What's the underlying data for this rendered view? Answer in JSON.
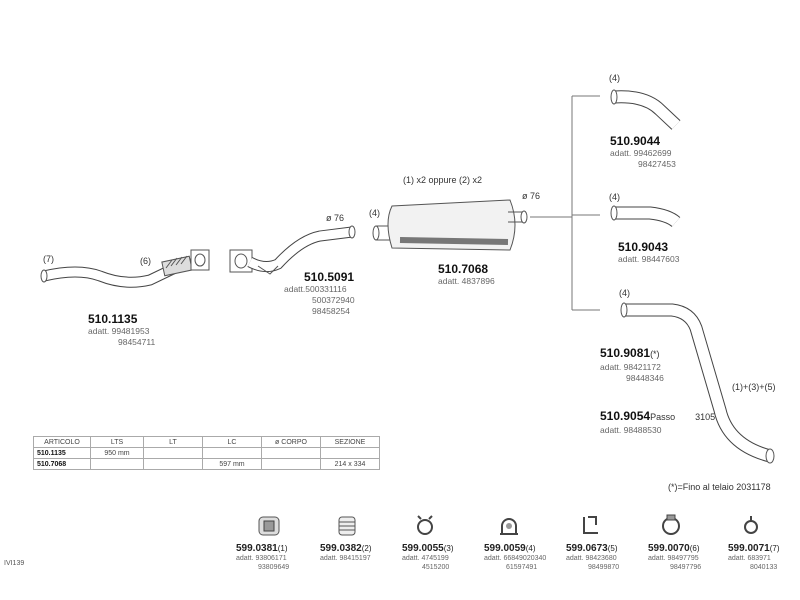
{
  "parts": {
    "p5101135": {
      "code": "510.1135",
      "adatt": "adatt. 99481953",
      "extra": [
        "98454711"
      ],
      "tag_a": "(7)",
      "tag_b": "(6)"
    },
    "p5105091": {
      "code": "510.5091",
      "adatt": "adatt.500331116",
      "extra": [
        "500372940",
        "98458254"
      ],
      "diam": "ø 76"
    },
    "p5107068": {
      "code": "510.7068",
      "adatt": "adatt. 4837896",
      "header": "(1) x2 oppure (2) x2",
      "tag": "(4)",
      "diam": "ø 76"
    },
    "p5109044": {
      "code": "510.9044",
      "adatt": "adatt. 99462699",
      "extra": [
        "98427453"
      ],
      "tag": "(4)"
    },
    "p5109043": {
      "code": "510.9043",
      "adatt": "adatt. 98447603",
      "tag": "(4)"
    },
    "p5109081": {
      "code": "510.9081",
      "note": "(*)",
      "adatt": "adatt. 98421172",
      "extra": [
        "98448346"
      ],
      "tag": "(4)",
      "side_tag": "(1)+(3)+(5)"
    },
    "p5109054": {
      "code": "510.9054",
      "passo": "Passo",
      "passo_val": "3105",
      "adatt": "adatt. 98488530"
    }
  },
  "footnote": "(*)=Fino al telaio 2031178",
  "page_code": "IVI139",
  "spec_table": {
    "headers": [
      "ARTICOLO",
      "LTS",
      "LT",
      "LC",
      "ø CORPO",
      "SEZIONE"
    ],
    "rows": [
      [
        "510.1135",
        "950 mm",
        "",
        "",
        "",
        ""
      ],
      [
        "510.7068",
        "",
        "",
        "597 mm",
        "",
        "214 x 334"
      ]
    ]
  },
  "accessories": [
    {
      "code": "599.0381",
      "num": "(1)",
      "lines": [
        "adatt. 93806171",
        "93809649"
      ],
      "icon": "rubber-mount-icon"
    },
    {
      "code": "599.0382",
      "num": "(2)",
      "lines": [
        "adatt. 98415197"
      ],
      "icon": "rubber-ring-icon"
    },
    {
      "code": "599.0055",
      "num": "(3)",
      "lines": [
        "adatt. 4745199",
        "4515200"
      ],
      "icon": "clamp-icon"
    },
    {
      "code": "599.0059",
      "num": "(4)",
      "lines": [
        "adatt. 66849020340",
        "61597491"
      ],
      "icon": "saddle-clamp-icon"
    },
    {
      "code": "599.0673",
      "num": "(5)",
      "lines": [
        "adatt. 98423680",
        "98499870"
      ],
      "icon": "bracket-icon"
    },
    {
      "code": "599.0070",
      "num": "(6)",
      "lines": [
        "adatt. 98497795",
        "98497796"
      ],
      "icon": "band-clamp-icon"
    },
    {
      "code": "599.0071",
      "num": "(7)",
      "lines": [
        "adatt. 683971",
        "8040133"
      ],
      "icon": "ring-clamp-icon"
    }
  ]
}
